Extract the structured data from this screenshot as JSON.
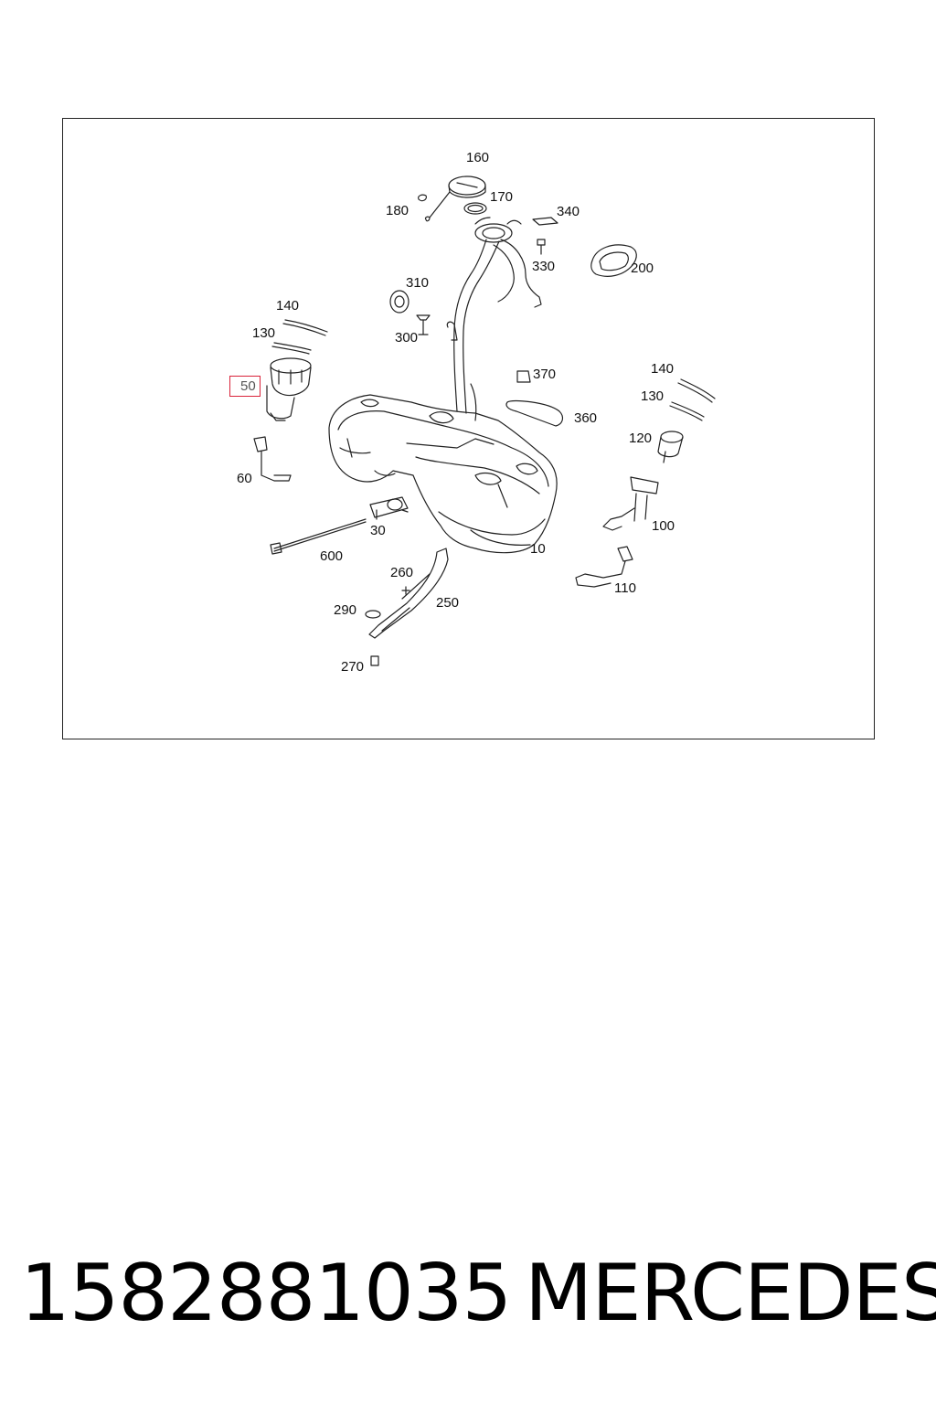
{
  "callouts": [
    {
      "label": "160"
    },
    {
      "label": "170"
    },
    {
      "label": "180"
    },
    {
      "label": "340"
    },
    {
      "label": "330"
    },
    {
      "label": "200"
    },
    {
      "label": "310"
    },
    {
      "label": "300"
    },
    {
      "label": "140"
    },
    {
      "label": "130"
    },
    {
      "label": "50"
    },
    {
      "label": "60"
    },
    {
      "label": "370"
    },
    {
      "label": "360"
    },
    {
      "label": "140"
    },
    {
      "label": "130"
    },
    {
      "label": "120"
    },
    {
      "label": "100"
    },
    {
      "label": "30"
    },
    {
      "label": "600"
    },
    {
      "label": "10"
    },
    {
      "label": "260"
    },
    {
      "label": "250"
    },
    {
      "label": "290"
    },
    {
      "label": "270"
    },
    {
      "label": "110"
    }
  ],
  "highlighted_callout": "50",
  "footer": {
    "part_number": "1582881035",
    "brand": "MERCEDES"
  },
  "colors": {
    "line": "#222222",
    "highlight_border": "#d9233a"
  }
}
